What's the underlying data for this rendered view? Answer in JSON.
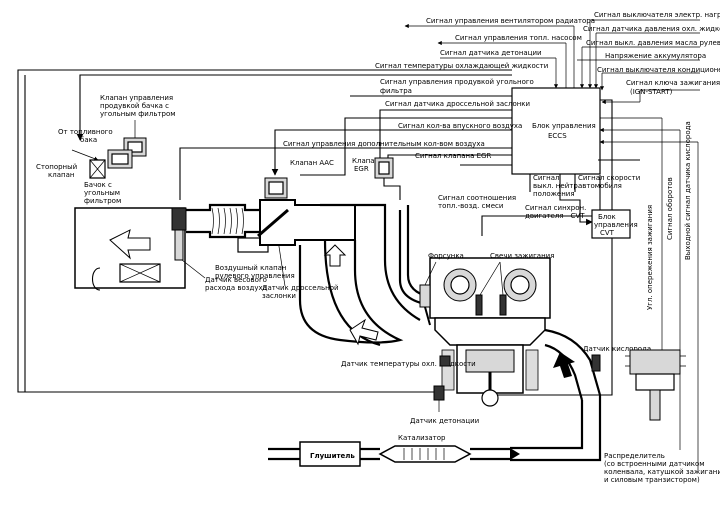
{
  "labels": {
    "fan_signal": "Сигнал управления вентилятором радиатора",
    "load_switch_signal": "Сигнал выключателя электр. нагрузки",
    "fuel_pump_signal": "Сигнал управления топл. насосом",
    "fluid_pressure_signal": "Сигнал датчика давления охл. жидкости",
    "knock_signal": "Сигнал датчика детонации",
    "steering_oil_signal": "Сигнал выкл. давления масла рулев. упр.",
    "battery_voltage": "Напряжение аккумулятора",
    "coolant_temp_signal": "Сигнал температуры охлаждающей жидкости",
    "ac_switch_signal": "Сигнал выключателя кондиционера",
    "purge_signal_1": "Сигнал управления продувкой угольного",
    "purge_signal_2": "фильтра",
    "ignition_key_1": "Сигнал ключа зажигания",
    "ignition_key_2": "(IGN-START)",
    "throttle_sensor_signal": "Сигнал датчика дроссельной заслонки",
    "airflow_signal": "Сигнал кол-ва впускного воздуха",
    "aux_air_signal": "Сигнал управления дополнительным кол-вом воздуха",
    "egr_signal": "Сигнал клапана EGR",
    "ecu_1": "Блок управления",
    "ecu_2": "ECCS",
    "neutral_1": "Сигнал",
    "neutral_2": "выкл. нейтр.",
    "neutral_3": "положения",
    "speed_1": "Сигнал скорости",
    "speed_2": "автомобиля",
    "sync_1": "Сигнал синхрон.",
    "sync_2": "двигателя - CVT",
    "cvt_1": "Блок",
    "cvt_2": "управления",
    "cvt_3": "CVT",
    "ratio_1": "Сигнал соотношения",
    "ratio_2": "топл.-возд. смеси",
    "purge_valve_1": "Клапан управления",
    "purge_valve_2": "продувкой бачка с",
    "purge_valve_3": "угольным фильтром",
    "from_tank_1": "От топливного",
    "from_tank_2": "бака",
    "stop_valve_1": "Стопорный",
    "stop_valve_2": "клапан",
    "canister_1": "Бачок с",
    "canister_2": "угольным",
    "canister_3": "фильтром",
    "aac_valve": "Клапан ААС",
    "egr_valve_1": "Клапан",
    "egr_valve_2": "EGR",
    "steering_air_1": "Воздушный клапан",
    "steering_air_2": "рулевого управления",
    "maf_1": "Датчик весового",
    "maf_2": "расхода воздуха",
    "throttle_1": "Датчик дроссельной",
    "throttle_2": "заслонки",
    "injector": "Форсунка",
    "spark_plugs": "Свечи зажигания",
    "coolant_sensor": "Датчик температуры охл. жидкости",
    "knock_sensor": "Датчик детонации",
    "oxygen_sensor": "Датчик кислорода",
    "catalyst": "Катализатор",
    "muffler": "Глушитель",
    "ignition_advance": "Угл. опережения зажигания",
    "rpm_signal": "Сигнал оборотов",
    "o2_output": "Выходной сигнал датчика кислорода",
    "distributor_1": "Распределитель",
    "distributor_2": "(со встроенными датчиком",
    "distributor_3": "коленвала, катушкой зажигания",
    "distributor_4": "и силовым транзистором)"
  }
}
